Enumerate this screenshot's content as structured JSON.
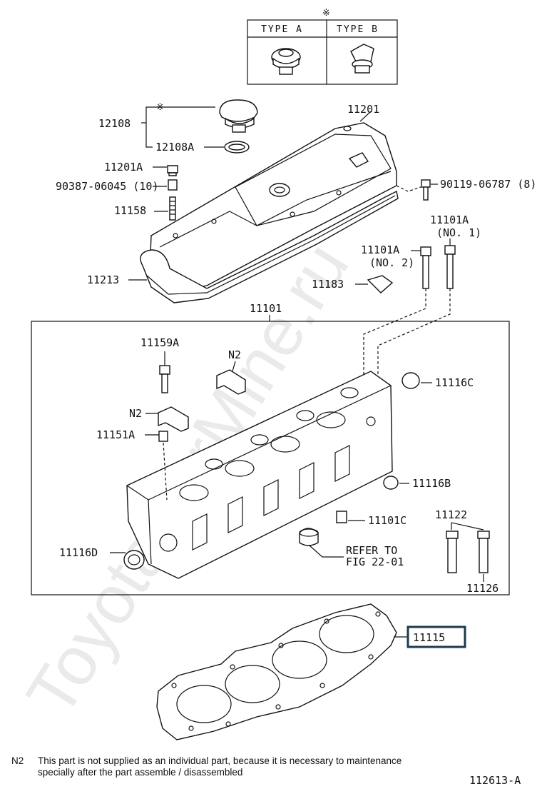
{
  "diagram": {
    "type_table": {
      "mark": "※",
      "type_a": "TYPE A",
      "type_b": "TYPE B"
    },
    "labels": {
      "p12108": "12108",
      "p12108a": "12108A",
      "mark_cap": "※",
      "p11201": "11201",
      "p11201a": "11201A",
      "p90387": "90387-06045 (10)",
      "p11158": "11158",
      "p90119": "90119-06787 (8)",
      "p11101a_no1": "11101A",
      "no1": "(NO. 1)",
      "p11101a_no2": "11101A",
      "no2": "(NO. 2)",
      "p11213": "11213",
      "p11183": "11183",
      "p11101": "11101",
      "p11159a": "11159A",
      "n2_top": "N2",
      "n2_left": "N2",
      "p11151a": "11151A",
      "p11116c": "11116C",
      "p11116b": "11116B",
      "p11101c": "11101C",
      "p11122": "11122",
      "refer1": "REFER TO",
      "refer2": "FIG 22-01",
      "p11116d": "11116D",
      "p11126": "11126",
      "p11115": "11115"
    },
    "footnote_code": "N2",
    "footnote_line1": "This part is not supplied as an individual part, because it is necessary to maintenance",
    "footnote_line2": "specially after the part assemble / disassembled",
    "figure_id": "112613-A",
    "watermark": "ToyotaCarMine.ru",
    "highlight_color": "#1b3a4b"
  }
}
